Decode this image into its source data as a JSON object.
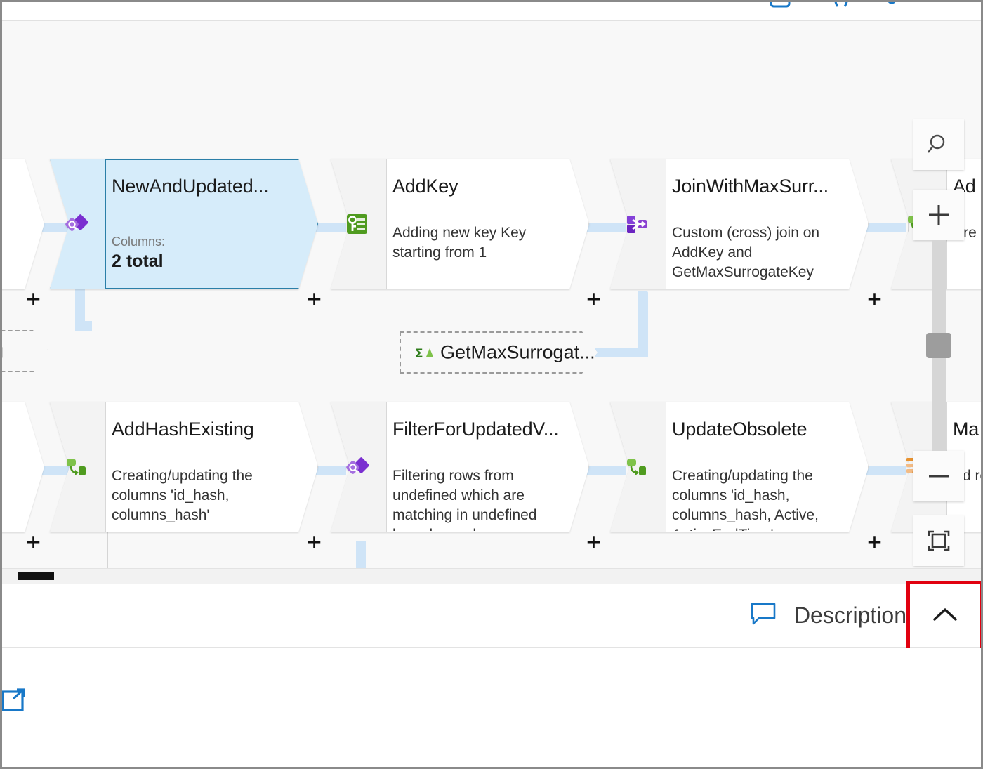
{
  "app": {
    "title": "Data flow graph canvas",
    "accent": "#1878c8",
    "selected_fill": "#d6ecfa",
    "selected_border": "#2b7fa8",
    "canvas_bg": "#f8f8f8",
    "connector_color": "#cfe4f7",
    "annotation_color": "#e1000f"
  },
  "toolbar": {
    "icons": [
      {
        "name": "rectangle-tool-icon",
        "label": ""
      },
      {
        "name": "brackets-icon",
        "label": ""
      },
      {
        "name": "settings-slider-icon",
        "label": ""
      }
    ]
  },
  "graph": {
    "nodes": [
      {
        "id": "partial-left-top",
        "title": "",
        "desc": "",
        "icon": "partial-node-icon",
        "selected": false
      },
      {
        "id": "new-and-updated",
        "title": "NewAndUpdated...",
        "sub_label": "Columns:",
        "sub_value": "2 total",
        "icon": "select-transform-icon",
        "selected": true
      },
      {
        "id": "add-key",
        "title": "AddKey",
        "desc": "Adding new key Key starting from 1",
        "icon": "surrogate-key-icon",
        "selected": false
      },
      {
        "id": "join-with-max-surrogate",
        "title": "JoinWithMaxSurr...",
        "desc": "Custom (cross) join on AddKey and GetMaxSurrogateKey",
        "icon": "join-icon",
        "selected": false
      },
      {
        "id": "add-right-top",
        "title": "Ad",
        "desc": "Cre col col M",
        "icon": "derived-column-icon",
        "selected": false
      },
      {
        "id": "add-hash-existing",
        "title": "AddHashExisting",
        "desc": "Creating/updating the columns 'id_hash, columns_hash'",
        "icon": "derived-column-icon",
        "selected": false
      },
      {
        "id": "filter-for-updated",
        "title": "FilterForUpdatedV...",
        "desc": "Filtering rows from undefined which are matching in undefined based on columns",
        "icon": "select-transform-icon",
        "selected": false
      },
      {
        "id": "update-obsolete",
        "title": "UpdateObsolete",
        "desc": "Creating/updating the columns 'id_hash, columns_hash, Active, ActiveEndTime'",
        "icon": "derived-column-icon",
        "selected": false
      },
      {
        "id": "ma-right-bottom",
        "title": "Ma",
        "desc": "Ad rov",
        "icon": "alter-row-icon",
        "selected": false
      }
    ],
    "collapsed_nodes": [
      {
        "id": "left-collapsed",
        "label": "ng",
        "icon": "collapsed-node-icon"
      },
      {
        "id": "get-max-surrogate",
        "label": "GetMaxSurrogat...",
        "icon": "aggregate-icon"
      }
    ],
    "add_handle_label": "+"
  },
  "zoom_controls": {
    "search_label": "",
    "zoom_in_label": "",
    "zoom_out_label": "",
    "fit_label": "",
    "icons": [
      "magnifier-icon",
      "plus-icon",
      "zoom-slider",
      "minus-icon",
      "fit-to-screen-icon"
    ]
  },
  "description_bar": {
    "label": "Description",
    "comment_icon": "comment-icon",
    "collapse_icon": "chevron-up-icon"
  },
  "bottom_panel": {
    "open_in_new_icon": "open-in-new-icon"
  }
}
